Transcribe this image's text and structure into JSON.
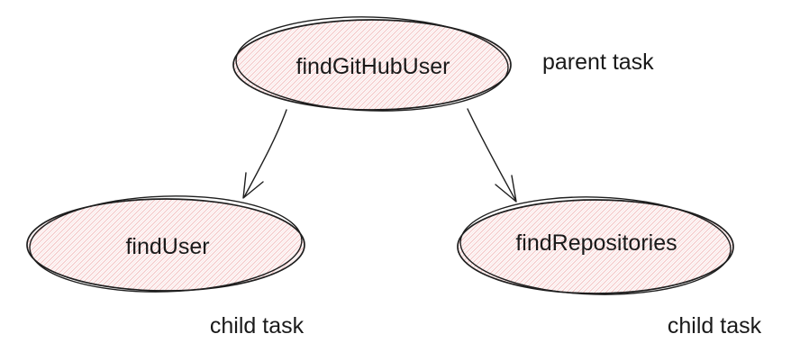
{
  "diagram": {
    "type": "task-hierarchy",
    "nodes": [
      {
        "id": "findGitHubUser",
        "label": "findGitHubUser",
        "role": "parent task"
      },
      {
        "id": "findUser",
        "label": "findUser",
        "role": "child task"
      },
      {
        "id": "findRepositories",
        "label": "findRepositories",
        "role": "child task"
      }
    ],
    "edges": [
      {
        "from": "findGitHubUser",
        "to": "findUser"
      },
      {
        "from": "findGitHubUser",
        "to": "findRepositories"
      }
    ],
    "annotations": [
      {
        "label": "parent task"
      },
      {
        "label": "child task"
      },
      {
        "label": "child task"
      }
    ],
    "colors": {
      "background": "#ffffff",
      "node_hatch_primary": "#f1b9b9",
      "node_hatch_secondary": "#f8dada",
      "node_stroke": "#1e1e1e",
      "arrow_stroke": "#1e1e1e",
      "text": "#1a1a1a"
    }
  }
}
